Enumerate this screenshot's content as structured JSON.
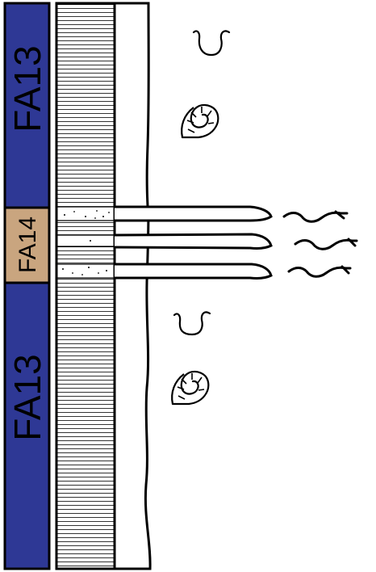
{
  "facies_column": {
    "units": [
      {
        "code": "FA13",
        "color": "#2e3895"
      },
      {
        "code": "FA14",
        "color": "#c9a57f"
      },
      {
        "code": "FA13",
        "color": "#2e3895"
      }
    ]
  },
  "symbols": {
    "upper_unit": [
      "trace-fossil-icon",
      "ammonite-icon"
    ],
    "middle_unit": [
      "wave-ripple-icon",
      "wave-ripple-icon",
      "wave-ripple-icon"
    ],
    "lower_unit": [
      "trace-fossil-icon",
      "ammonite-icon"
    ]
  }
}
